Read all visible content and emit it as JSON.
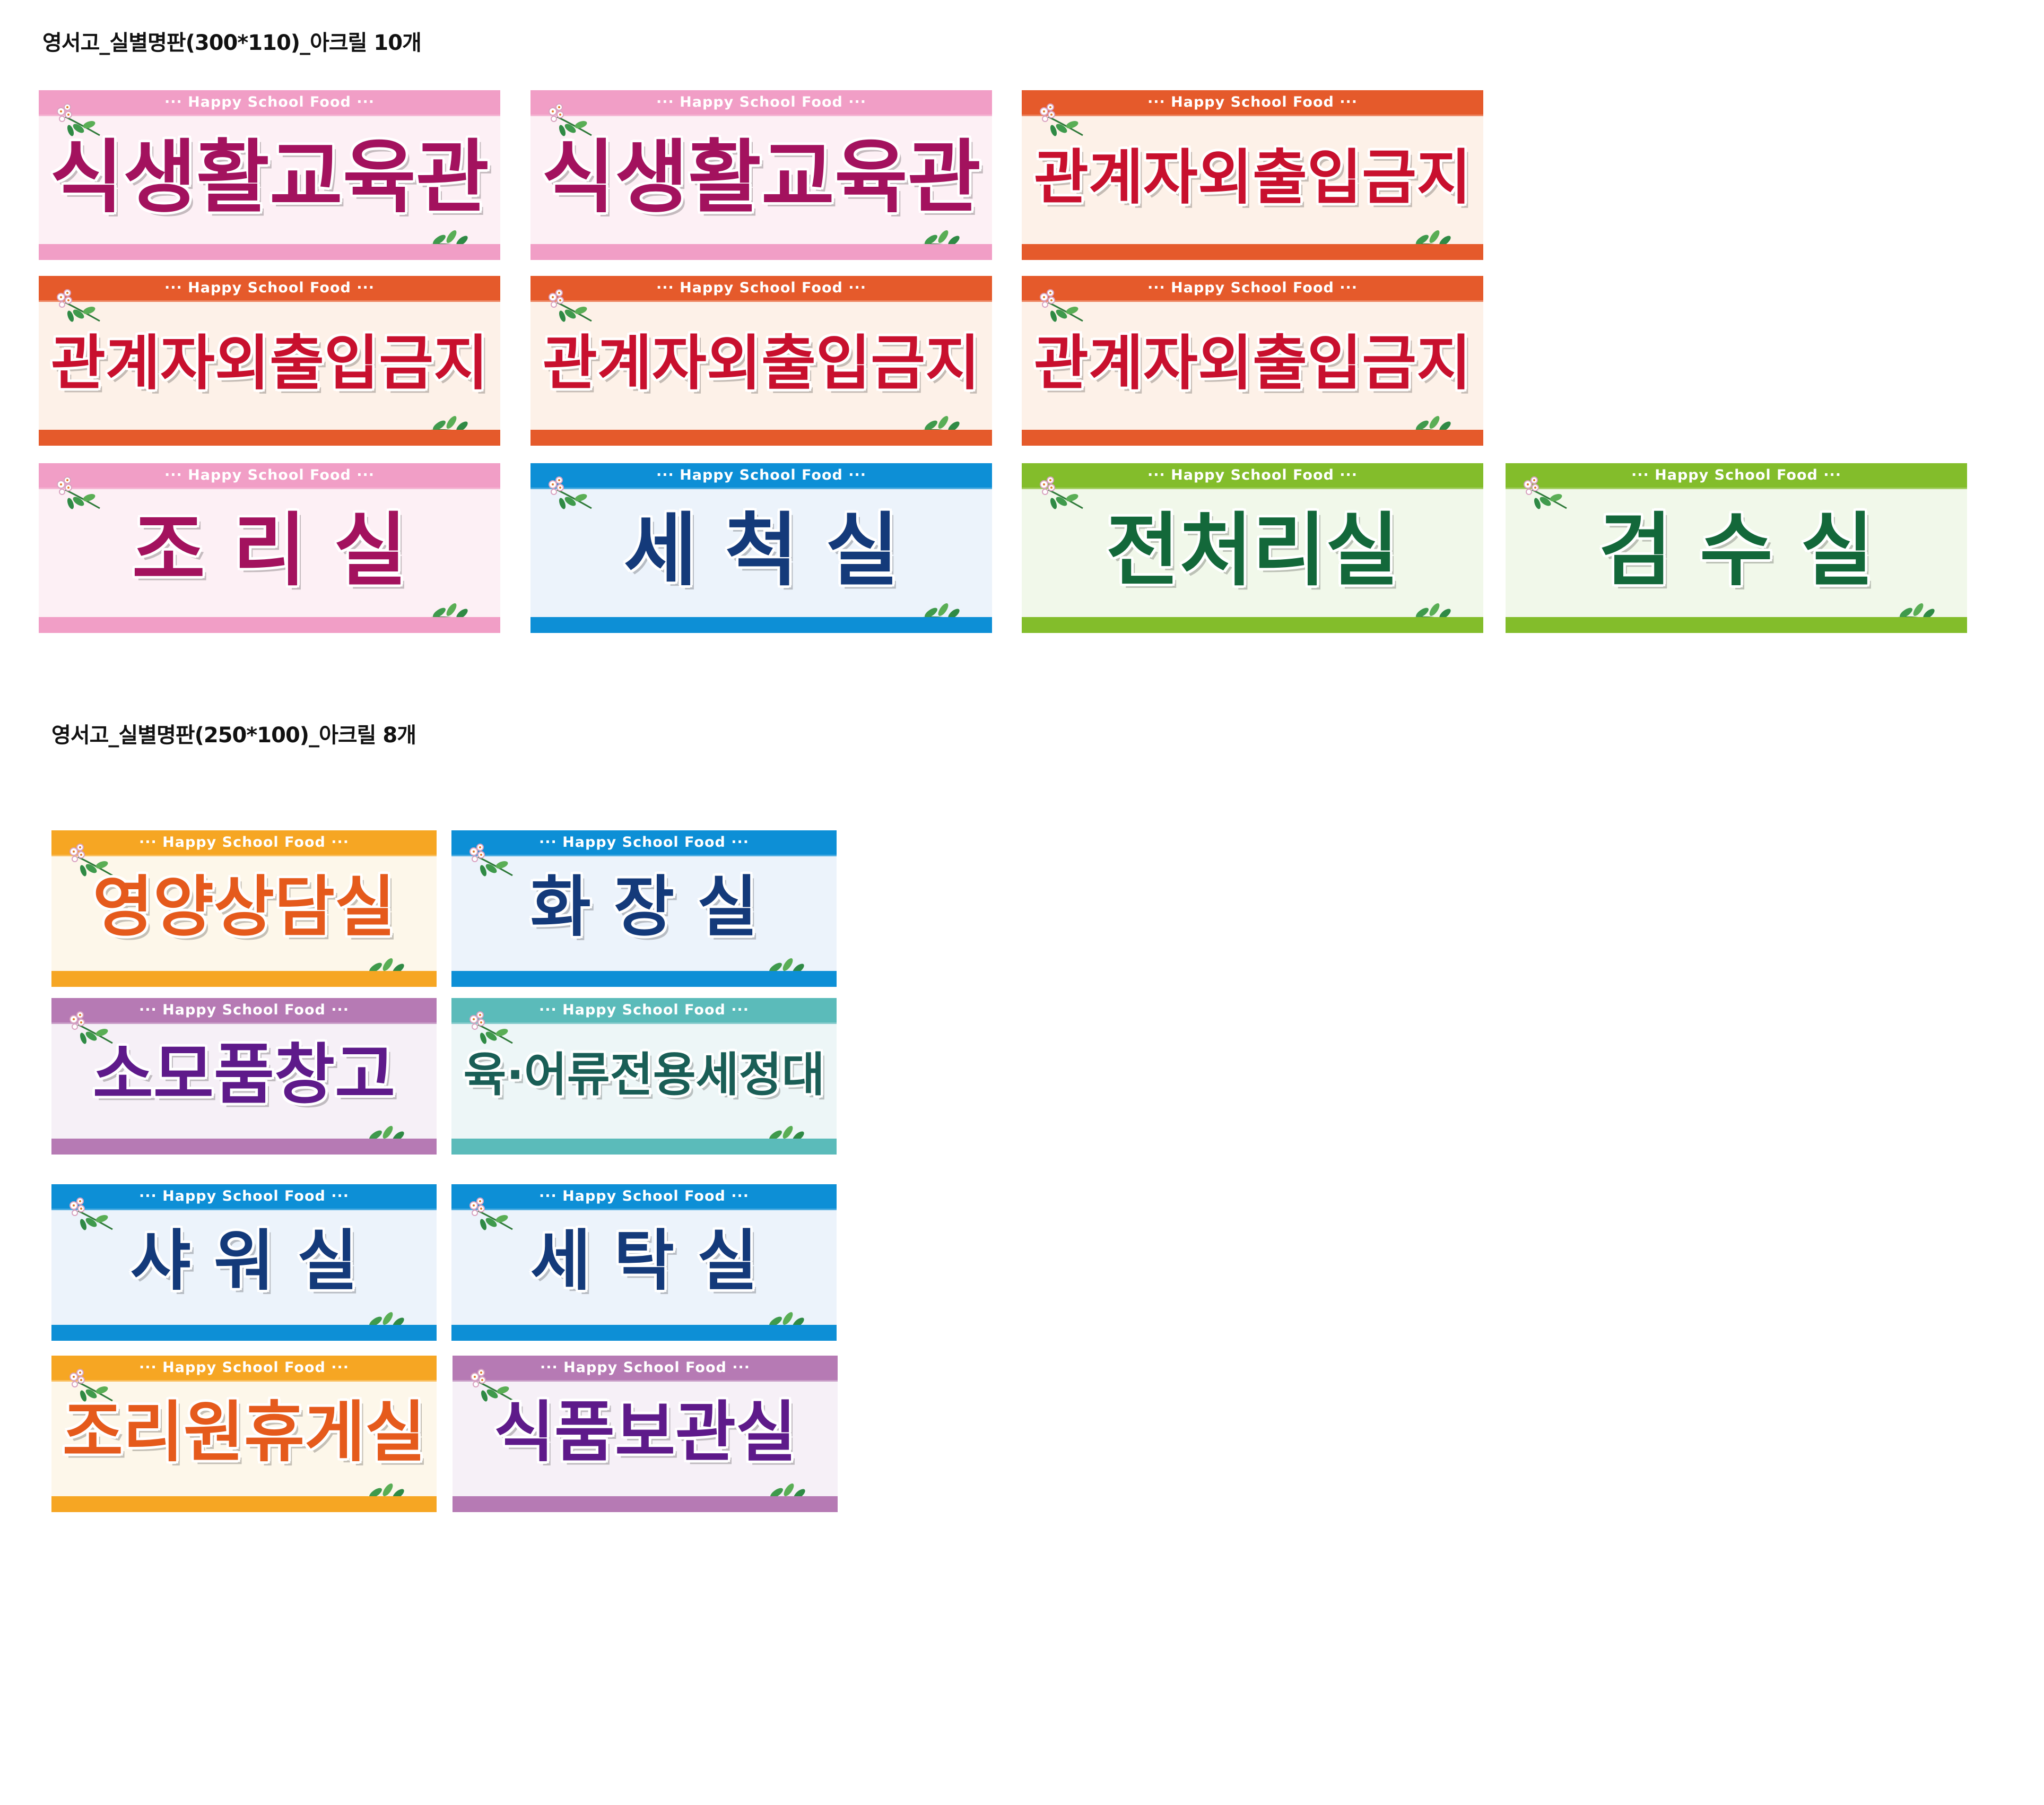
{
  "section_large": {
    "title": "영서고_실별명판(300*110)_아크릴  10개",
    "plates": [
      {
        "tagline": "···  Happy School Food  ···",
        "label": "식생활교육관",
        "theme": {
          "band": "#f19ec6",
          "bg": "#fdf0f5",
          "text": "#a3125e"
        }
      },
      {
        "tagline": "···  Happy School Food  ···",
        "label": "식생활교육관",
        "theme": {
          "band": "#f19ec6",
          "bg": "#fdf0f5",
          "text": "#a3125e"
        }
      },
      {
        "tagline": "···  Happy School Food  ···",
        "label": "관계자외출입금지",
        "theme": {
          "band": "#e55a2b",
          "bg": "#fdf1e8",
          "text": "#c8102e"
        }
      },
      {
        "tagline": "···  Happy School Food  ···",
        "label": "관계자외출입금지",
        "theme": {
          "band": "#e55a2b",
          "bg": "#fdf1e8",
          "text": "#c8102e"
        }
      },
      {
        "tagline": "···  Happy School Food  ···",
        "label": "관계자외출입금지",
        "theme": {
          "band": "#e55a2b",
          "bg": "#fdf1e8",
          "text": "#c8102e"
        }
      },
      {
        "tagline": "···  Happy School Food  ···",
        "label": "관계자외출입금지",
        "theme": {
          "band": "#e55a2b",
          "bg": "#fdf1e8",
          "text": "#c8102e"
        }
      },
      {
        "tagline": "···  Happy School Food  ···",
        "label": "조 리 실",
        "theme": {
          "band": "#f19ec6",
          "bg": "#fdf0f5",
          "text": "#a3125e"
        }
      },
      {
        "tagline": "···  Happy School Food  ···",
        "label": "세 척 실",
        "theme": {
          "band": "#0d8fd6",
          "bg": "#ecf3fb",
          "text": "#143a7a"
        }
      },
      {
        "tagline": "···  Happy School Food  ···",
        "label": "전처리실",
        "theme": {
          "band": "#83bd2b",
          "bg": "#f1f8ea",
          "text": "#13683a"
        }
      },
      {
        "tagline": "···  Happy School Food  ···",
        "label": "검 수 실",
        "theme": {
          "band": "#83bd2b",
          "bg": "#f1f8ea",
          "text": "#13683a"
        }
      }
    ]
  },
  "section_small": {
    "title": "영서고_실별명판(250*100)_아크릴  8개",
    "plates": [
      {
        "tagline": "···  Happy School Food  ···",
        "label": "영양상담실",
        "theme": {
          "band": "#f6a623",
          "bg": "#fdf7ea",
          "text": "#e55a1c"
        }
      },
      {
        "tagline": "···  Happy School Food  ···",
        "label": "화 장 실",
        "theme": {
          "band": "#0d8fd6",
          "bg": "#ecf3fb",
          "text": "#143a7a"
        }
      },
      {
        "tagline": "···  Happy School Food  ···",
        "label": "소모품창고",
        "theme": {
          "band": "#b67ab4",
          "bg": "#f6f0f7",
          "text": "#5e1a8a"
        }
      },
      {
        "tagline": "···  Happy School Food  ···",
        "label": "육·어류전용세정대",
        "theme": {
          "band": "#5bbbba",
          "bg": "#edf6f7",
          "text": "#1a5e56"
        }
      },
      {
        "tagline": "···  Happy School Food  ···",
        "label": "샤 워 실",
        "theme": {
          "band": "#0d8fd6",
          "bg": "#ecf3fb",
          "text": "#143a7a"
        }
      },
      {
        "tagline": "···  Happy School Food  ···",
        "label": "세 탁 실",
        "theme": {
          "band": "#0d8fd6",
          "bg": "#ecf3fb",
          "text": "#143a7a"
        }
      },
      {
        "tagline": "···  Happy School Food  ···",
        "label": "조리원휴게실",
        "theme": {
          "band": "#f6a623",
          "bg": "#fdf7ea",
          "text": "#e55a1c"
        }
      },
      {
        "tagline": "···  Happy School Food  ···",
        "label": "식품보관실",
        "theme": {
          "band": "#b67ab4",
          "bg": "#f6f0f7",
          "text": "#5e1a8a"
        }
      }
    ]
  }
}
